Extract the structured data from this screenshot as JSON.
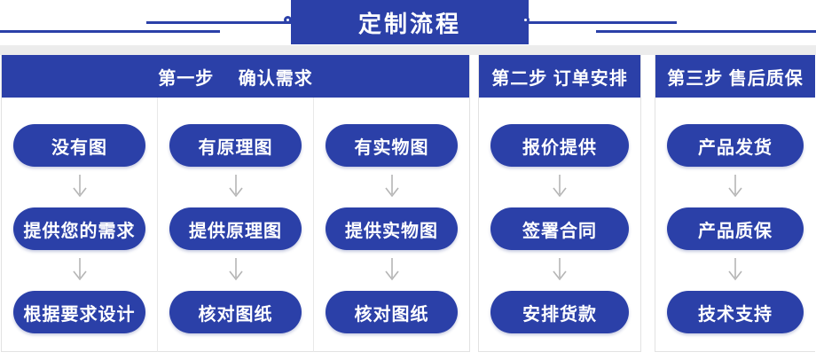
{
  "title": {
    "label": "定制流程"
  },
  "colors": {
    "accent": "#2b40a8",
    "arrow": "#b5b5b5",
    "strip": "#ececec",
    "card_border": "#e2e2e2"
  },
  "icons": {
    "down_arrow": "down-arrow-icon",
    "ring": "line-end-ring"
  },
  "sections": [
    {
      "header": "第一步　 确认需求",
      "columns": [
        {
          "steps": [
            "没有图",
            "提供您的需求",
            "根据要求设计"
          ]
        },
        {
          "steps": [
            "有原理图",
            "提供原理图",
            "核对图纸"
          ]
        },
        {
          "steps": [
            "有实物图",
            "提供实物图",
            "核对图纸"
          ]
        }
      ]
    },
    {
      "header": "第二步 订单安排",
      "columns": [
        {
          "steps": [
            "报价提供",
            "签署合同",
            "安排货款"
          ]
        }
      ]
    },
    {
      "header": "第三步 售后质保",
      "columns": [
        {
          "steps": [
            "产品发货",
            "产品质保",
            "技术支持"
          ]
        }
      ]
    }
  ]
}
